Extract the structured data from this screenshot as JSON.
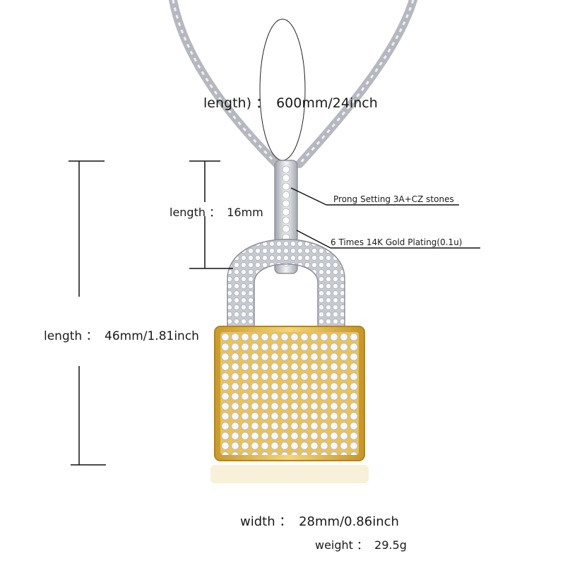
{
  "chain": {
    "label": "length)",
    "sep": "：",
    "value": "600mm/24inch"
  },
  "bail": {
    "label": "length",
    "sep": "：",
    "value": "16mm"
  },
  "pendant": {
    "label": "length",
    "sep": "：",
    "value": "46mm/1.81inch"
  },
  "width": {
    "label": "width",
    "sep": "：",
    "value": "28mm/0.86inch"
  },
  "weight": {
    "label": "weight",
    "sep": "：",
    "value": "29.5g"
  },
  "callouts": {
    "setting": "Prong Setting 3A+CZ stones",
    "plating": "6 Times  14K  Gold  Plating(0.1u)"
  },
  "colors": {
    "silver": "#d9dbe0",
    "gold": "#e0b94a",
    "line": "#111111"
  }
}
